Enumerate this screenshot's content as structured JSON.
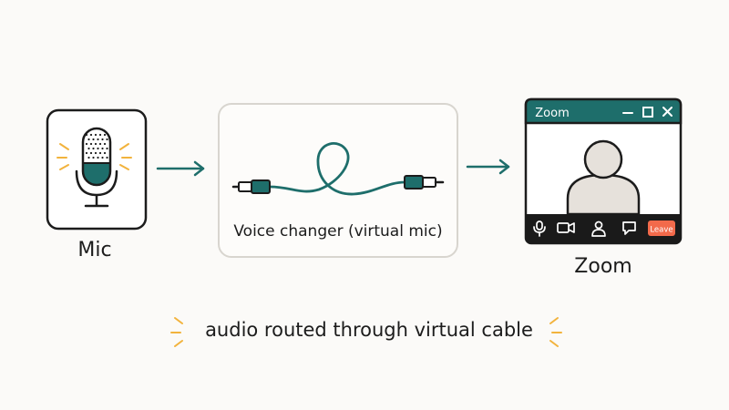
{
  "nodes": {
    "mic": {
      "label": "Mic"
    },
    "voice_changer": {
      "label": "Voice changer (virtual mic)"
    },
    "zoom": {
      "label": "Zoom",
      "window_title": "Zoom",
      "leave_label": "Leave"
    }
  },
  "caption": "audio routed through virtual cable",
  "colors": {
    "teal": "#1e6e6b",
    "accent_yellow": "#f2b33d",
    "leave_red": "#f26a4b",
    "ink": "#1c1c1c",
    "box_border": "#d8d5cf",
    "avatar": "#e6e1db"
  },
  "icons": [
    "microphone-icon",
    "audio-cable-icon",
    "window-minimize-icon",
    "window-maximize-icon",
    "window-close-icon",
    "zoom-mic-icon",
    "zoom-camera-icon",
    "zoom-participants-icon",
    "zoom-chat-icon",
    "person-avatar-icon"
  ]
}
